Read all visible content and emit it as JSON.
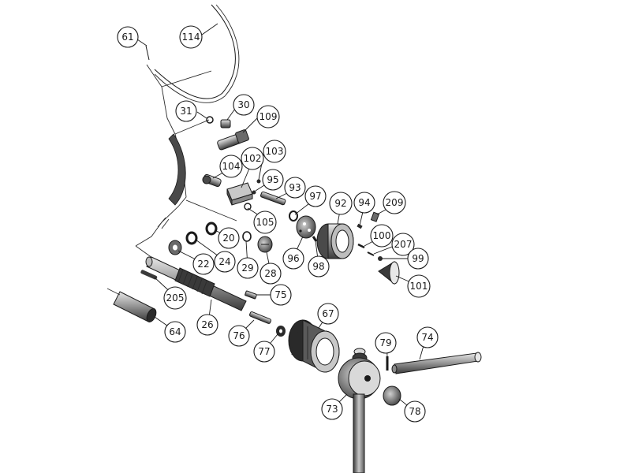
{
  "diagram": {
    "colors": {
      "ink": "#1a1a1a",
      "metal_dark": "#3a3a3a",
      "metal_mid": "#8a8a8a",
      "metal_light": "#d9d9d9"
    },
    "parts": {
      "p61": "61",
      "p114": "114",
      "p31": "31",
      "p30": "30",
      "p109": "109",
      "p103": "103",
      "p102": "102",
      "p104": "104",
      "p95": "95",
      "p93": "93",
      "p97": "97",
      "p92": "92",
      "p94": "94",
      "p209": "209",
      "p105": "105",
      "p100": "100",
      "p207": "207",
      "p99": "99",
      "p20": "20",
      "p22": "22",
      "p24": "24",
      "p29": "29",
      "p28": "28",
      "p96": "96",
      "p98": "98",
      "p101": "101",
      "p75": "75",
      "p205": "205",
      "p26": "26",
      "p64": "64",
      "p76": "76",
      "p67": "67",
      "p77": "77",
      "p79": "79",
      "p74": "74",
      "p73": "73",
      "p78": "78"
    }
  }
}
